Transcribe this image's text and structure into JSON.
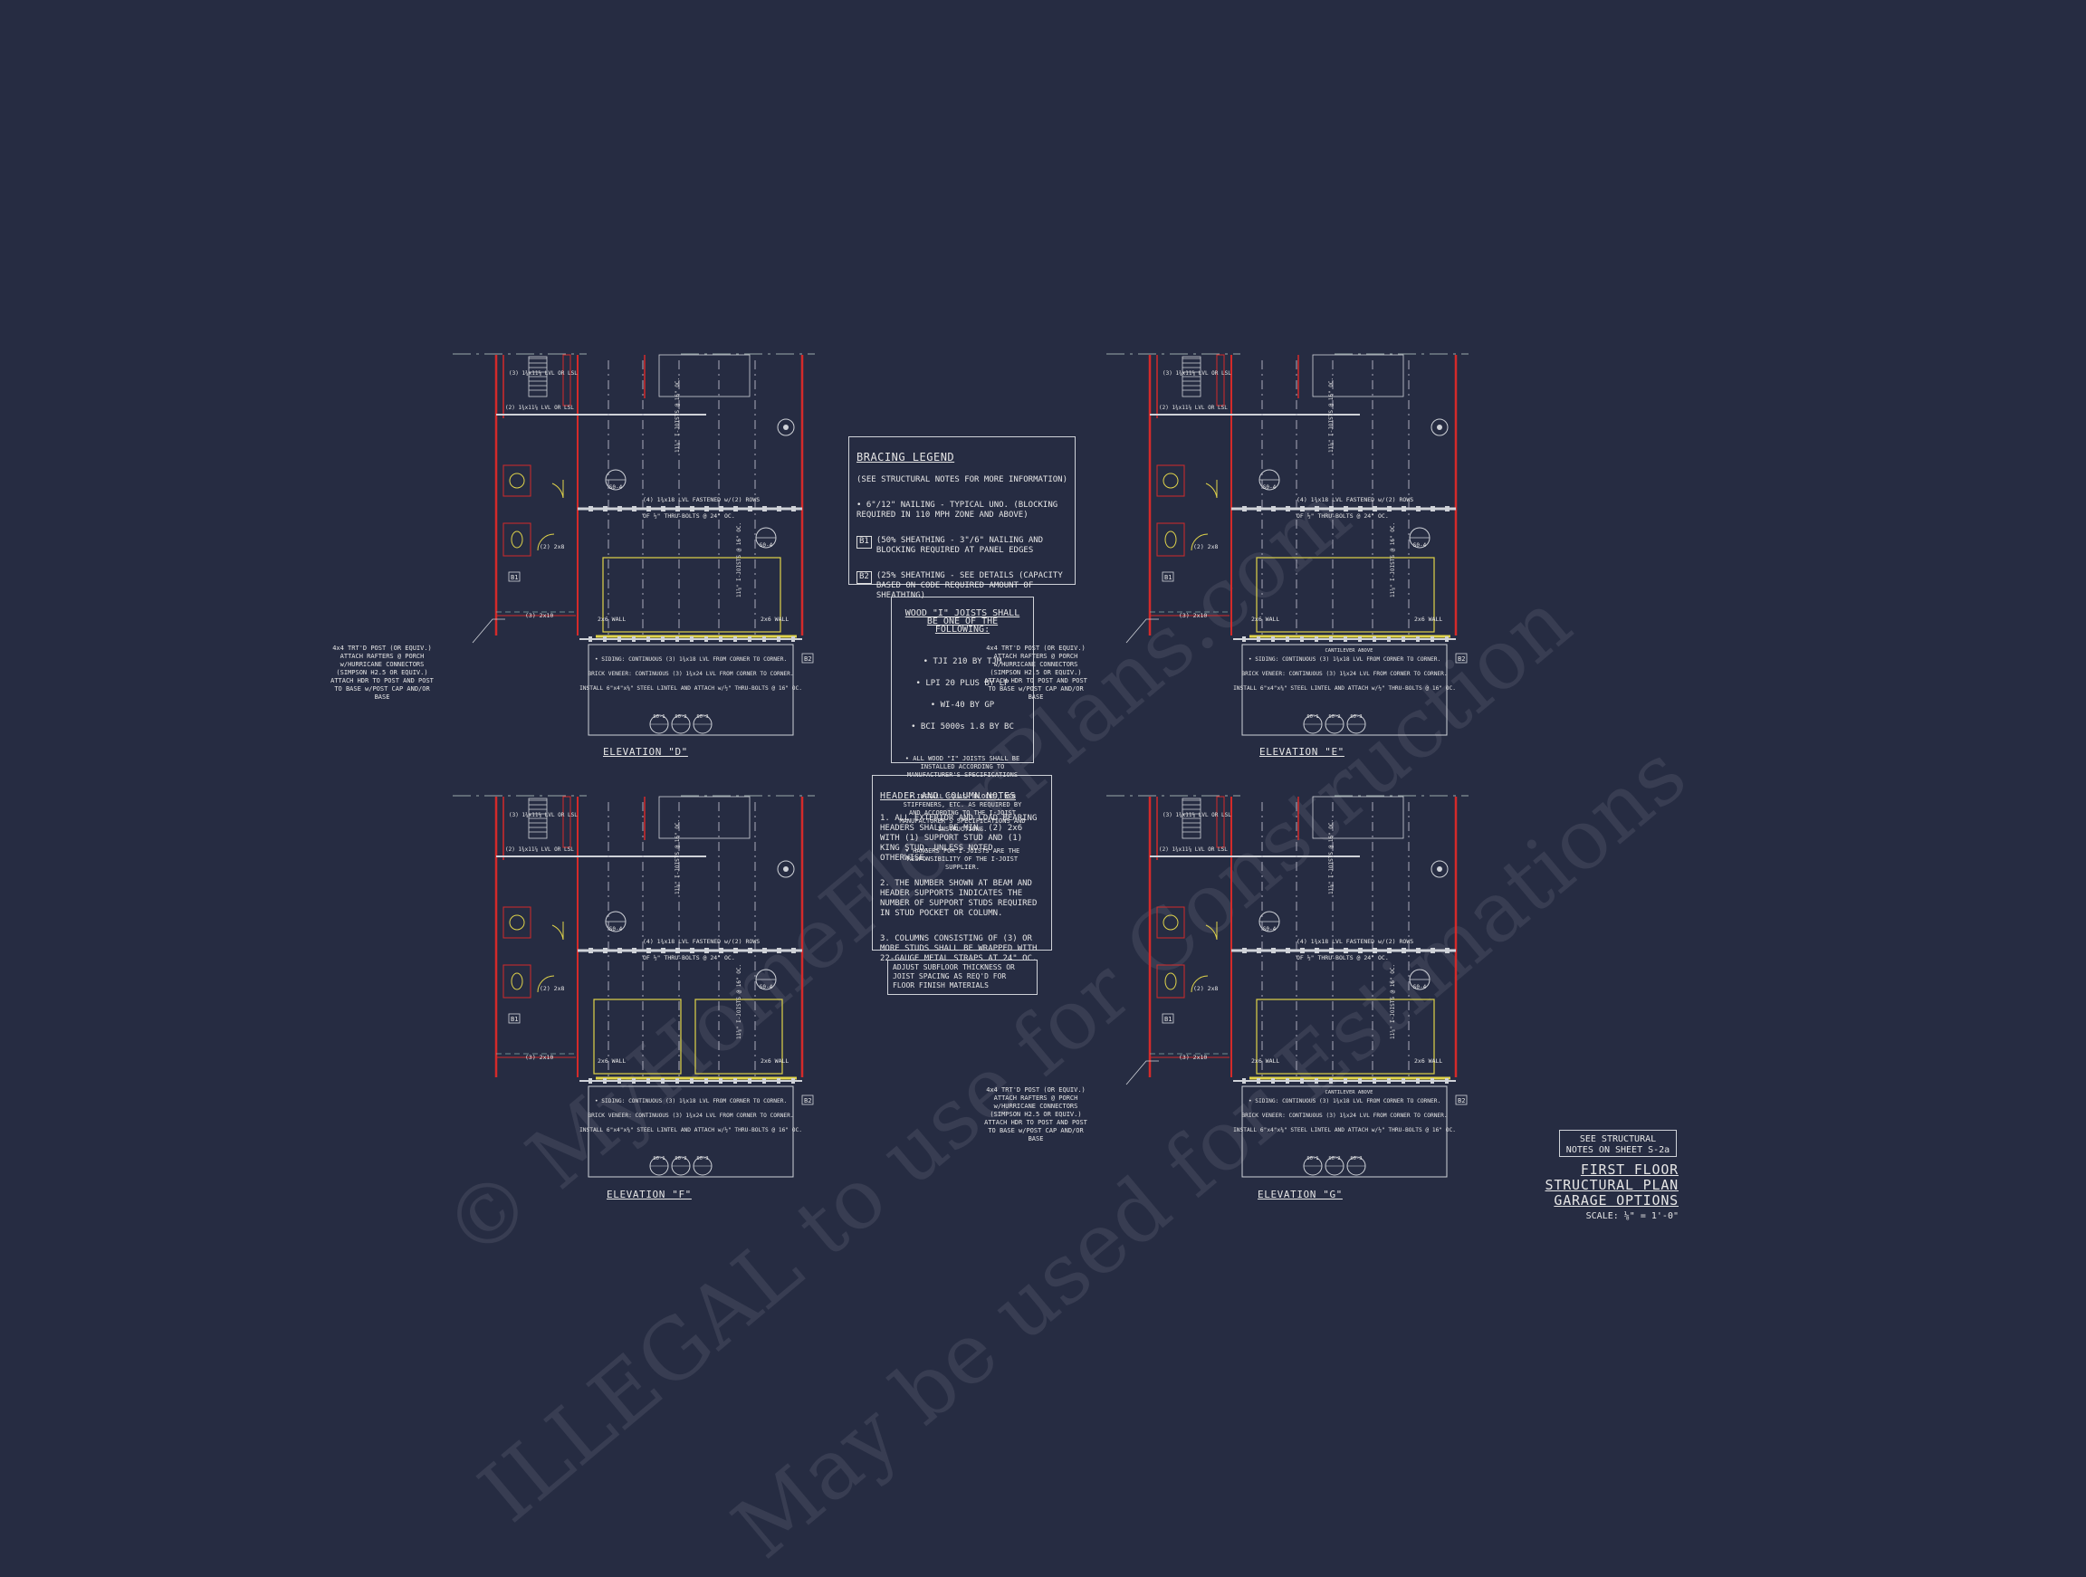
{
  "watermark": {
    "line1": "© MyHomeFloorPlans.com",
    "line2": "ILLEGAL to use for Construction",
    "line3": "May be used for Estimations"
  },
  "bracing_legend": {
    "title": "BRACING LEGEND",
    "subtitle": "(SEE STRUCTURAL NOTES FOR MORE INFORMATION)",
    "item1": "• 6\"/12\" NAILING - TYPICAL UNO. (BLOCKING REQUIRED IN 110 MPH ZONE AND ABOVE)",
    "item2_tag": "B1",
    "item2": "(50% SHEATHING - 3\"/6\" NAILING AND BLOCKING REQUIRED AT PANEL EDGES",
    "item3_tag": "B2",
    "item3": "(25% SHEATHING - SEE DETAILS (CAPACITY BASED ON CODE REQUIRED AMOUNT OF SHEATHING)"
  },
  "joist_notes": {
    "title": "WOOD \"I\" JOISTS SHALL BE ONE OF THE FOLLOWING:",
    "opt1": "• TJI 210 BY TJM",
    "opt2": "• LPI 20 PLUS BY LP",
    "opt3": "• WI-40 BY GP",
    "opt4": "• BCI 5000s 1.8 BY BC",
    "note1": "• ALL WOOD \"I\" JOISTS SHALL BE INSTALLED ACCORDING TO MANUFACTURER'S SPECIFICATIONS",
    "note2": "• INSTALL SQUASH BLOCKS, WEB STIFFENERS, ETC. AS REQUIRED BY AND ACCORDING TO THE I-JOIST MANUFACTURER'S SPECIFICATIONS AND INSTRUCTIONS.",
    "note3": "• HANGERS FOR I-JOISTS ARE THE RESPONSIBILITY OF THE I-JOIST SUPPLIER."
  },
  "header_notes": {
    "title": "HEADER AND COLUMN NOTES",
    "n1": "1. ALL EXTERIOR AND LOAD BEARING HEADERS SHALL BE MIN. (2) 2x6 WITH (1) SUPPORT STUD AND (1) KING STUD, UNLESS NOTED OTHERWISE.",
    "n2": "2. THE NUMBER SHOWN AT BEAM AND HEADER SUPPORTS INDICATES THE NUMBER OF SUPPORT STUDS REQUIRED IN STUD POCKET OR COLUMN.",
    "n3": "3. COLUMNS CONSISTING OF (3) OR MORE STUDS SHALL BE WRAPPED WITH 22-GAUGE METAL STRAPS AT 24\" OC."
  },
  "subfloor_note": "ADJUST SUBFLOOR THICKNESS OR JOIST SPACING AS REQ'D FOR FLOOR FINISH MATERIALS",
  "plans": [
    {
      "label": "ELEVATION \"D\"",
      "left_note": true
    },
    {
      "label": "ELEVATION \"E\"",
      "left_note": true
    },
    {
      "label": "ELEVATION \"F\"",
      "left_note": false
    },
    {
      "label": "ELEVATION \"G\"",
      "left_note": true
    }
  ],
  "plan_text": {
    "lvl_top": "(3) 1¾x11⅞ LVL OR LSL",
    "lvl_mid": "(2) 1¾x11⅞ LVL OR LSL",
    "lvl_fastened": "(4) 1¾x18 LVL FASTENED w/(2) ROWS",
    "lvl_bolts": "OF ½\" THRU-BOLTS @ 24\" OC.",
    "joists": "11⅞\" I-JOISTS @ 16\" OC.",
    "header_2x8": "(2) 2x8",
    "header_2x10": "(3) 2x10",
    "wall_2x6": "2x6 WALL",
    "siding": "• SIDING: CONTINUOUS (3) 1¾x18 LVL FROM CORNER TO CORNER.",
    "brick": "BRICK VENEER: CONTINUOUS (3) 1¾x24 LVL FROM CORNER TO CORNER.",
    "lintel": "INSTALL 6\"x4\"x⅜\" STEEL LINTEL AND ATTACH w/½\" THRU-BOLTS @ 16\" OC.",
    "post_note": "4x4 TRT'D POST (OR EQUIV.) ATTACH RAFTERS @ PORCH w/HURRICANE CONNECTORS (SIMPSON H2.5 OR EQUIV.) ATTACH HDR TO POST AND POST TO BASE w/POST CAP AND/OR BASE",
    "cantilever": "CANTILEVER ABOVE",
    "sheet_ref": "S0-4",
    "detail_a": "S0-1",
    "detail_b": "S0-2",
    "detail_c": "S0-3",
    "tag_b1": "B1",
    "tag_b2": "B2"
  },
  "see_notes": "SEE STRUCTURAL NOTES ON SHEET S-2a",
  "title_block": {
    "line1": "FIRST FLOOR",
    "line2": "STRUCTURAL PLAN",
    "line3": "GARAGE OPTIONS",
    "scale": "SCALE: ⅛\" = 1'-0\""
  }
}
